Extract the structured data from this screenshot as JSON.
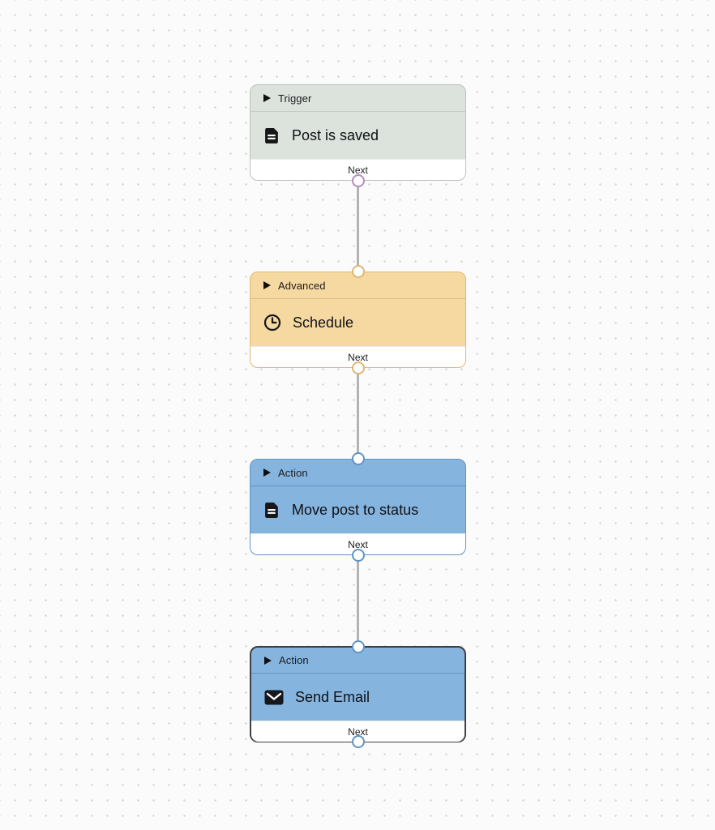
{
  "canvas": {
    "background_color": "#fbfbfb",
    "dot_color": "#d7d7d7",
    "connector_line_color": "#b3b3b3"
  },
  "nodes": [
    {
      "kind": "Trigger",
      "title": "Post is saved",
      "icon": "document-icon",
      "footer": "Next",
      "colors": {
        "background": "#dce3dc",
        "border": "#b9c2b9",
        "output_port": "#b58bc0"
      }
    },
    {
      "kind": "Advanced",
      "title": "Schedule",
      "icon": "clock-icon",
      "footer": "Next",
      "colors": {
        "background": "#f6d9a0",
        "border": "#ddb873",
        "port": "#ddb873"
      }
    },
    {
      "kind": "Action",
      "title": "Move post to status",
      "icon": "document-icon",
      "footer": "Next",
      "colors": {
        "background": "#85b5df",
        "border": "#6094c5",
        "port": "#6094c5"
      }
    },
    {
      "kind": "Action",
      "title": "Send Email",
      "icon": "mail-icon",
      "footer": "Next",
      "selected": true,
      "colors": {
        "background": "#85b5df",
        "border": "#3d4046",
        "port": "#6094c5"
      }
    }
  ]
}
